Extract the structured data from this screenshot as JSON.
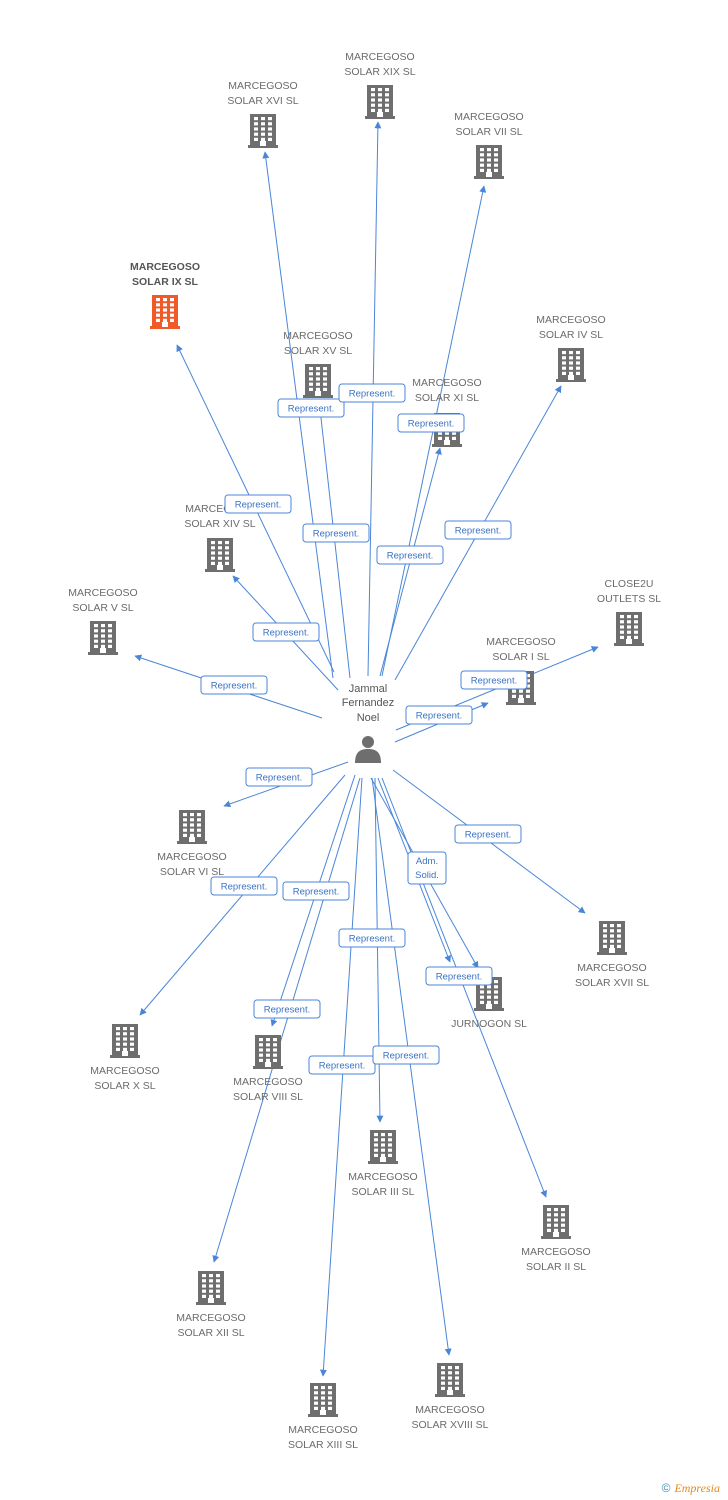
{
  "person": {
    "name_lines": [
      "Jammal",
      "Fernandez",
      "Noel"
    ]
  },
  "companies": [
    {
      "id": "c9",
      "lines": [
        "MARCEGOSO",
        "SOLAR IX SL"
      ],
      "highlight": true
    },
    {
      "id": "c16",
      "lines": [
        "MARCEGOSO",
        "SOLAR XVI SL"
      ]
    },
    {
      "id": "c19",
      "lines": [
        "MARCEGOSO",
        "SOLAR XIX SL"
      ]
    },
    {
      "id": "c7",
      "lines": [
        "MARCEGOSO",
        "SOLAR VII SL"
      ]
    },
    {
      "id": "c4",
      "lines": [
        "MARCEGOSO",
        "SOLAR IV SL"
      ]
    },
    {
      "id": "c15",
      "lines": [
        "MARCEGOSO",
        "SOLAR XV SL"
      ]
    },
    {
      "id": "c11",
      "lines": [
        "MARCEGOSO",
        "SOLAR XI SL"
      ]
    },
    {
      "id": "c14",
      "lines": [
        "MARCEGOSO",
        "SOLAR XIV SL"
      ]
    },
    {
      "id": "c5",
      "lines": [
        "MARCEGOSO",
        "SOLAR V SL"
      ]
    },
    {
      "id": "close2u",
      "lines": [
        "CLOSE2U",
        "OUTLETS SL"
      ]
    },
    {
      "id": "c1",
      "lines": [
        "MARCEGOSO",
        "SOLAR I SL"
      ]
    },
    {
      "id": "c6",
      "lines": [
        "MARCEGOSO",
        "SOLAR VI SL"
      ]
    },
    {
      "id": "c17",
      "lines": [
        "MARCEGOSO",
        "SOLAR XVII SL"
      ]
    },
    {
      "id": "c10",
      "lines": [
        "MARCEGOSO",
        "SOLAR X SL"
      ]
    },
    {
      "id": "jurnogon",
      "lines": [
        "JURNOGON  SL"
      ]
    },
    {
      "id": "c8",
      "lines": [
        "MARCEGOSO",
        "SOLAR VIII SL"
      ]
    },
    {
      "id": "c3",
      "lines": [
        "MARCEGOSO",
        "SOLAR III SL"
      ]
    },
    {
      "id": "c2",
      "lines": [
        "MARCEGOSO",
        "SOLAR II SL"
      ]
    },
    {
      "id": "c12",
      "lines": [
        "MARCEGOSO",
        "SOLAR XII SL"
      ]
    },
    {
      "id": "c13",
      "lines": [
        "MARCEGOSO",
        "SOLAR XIII SL"
      ]
    },
    {
      "id": "c18",
      "lines": [
        "MARCEGOSO",
        "SOLAR XVIII SL"
      ]
    }
  ],
  "edges": [
    {
      "target": "c9",
      "label": [
        "Represent."
      ]
    },
    {
      "target": "c16",
      "label": [
        "Represent."
      ]
    },
    {
      "target": "c19",
      "label": [
        "Represent."
      ]
    },
    {
      "target": "c7",
      "label": [
        "Represent."
      ]
    },
    {
      "target": "c4",
      "label": [
        "Represent."
      ]
    },
    {
      "target": "c15",
      "label": [
        "Represent."
      ]
    },
    {
      "target": "c11",
      "label": [
        "Represent."
      ]
    },
    {
      "target": "c14",
      "label": [
        "Represent."
      ]
    },
    {
      "target": "c5",
      "label": [
        "Represent."
      ]
    },
    {
      "target": "close2u",
      "label": [
        "Represent."
      ]
    },
    {
      "target": "c1",
      "label": [
        "Represent."
      ]
    },
    {
      "target": "c6",
      "label": [
        "Represent."
      ]
    },
    {
      "target": "c17",
      "label": [
        "Represent."
      ]
    },
    {
      "target": "c10",
      "label": [
        "Represent."
      ]
    },
    {
      "target": "jurnogon",
      "label": [
        "Adm.",
        "Solid."
      ]
    },
    {
      "target": "jurnogon",
      "label": [
        "Represent."
      ]
    },
    {
      "target": "c8",
      "label": [
        "Represent."
      ]
    },
    {
      "target": "c3",
      "label": [
        "Represent."
      ]
    },
    {
      "target": "c2",
      "label": [
        "Represent."
      ]
    },
    {
      "target": "c12",
      "label": [
        "Represent."
      ]
    },
    {
      "target": "c13",
      "label": [
        "Represent."
      ]
    },
    {
      "target": "c18",
      "label": [
        "Represent."
      ]
    }
  ],
  "colors": {
    "edge": "#4a86d8",
    "building": "#6e6e6e",
    "building_highlight": "#f05a28",
    "person": "#6e6e6e"
  },
  "footer": {
    "copyright": "©",
    "brand": "Empresia"
  }
}
